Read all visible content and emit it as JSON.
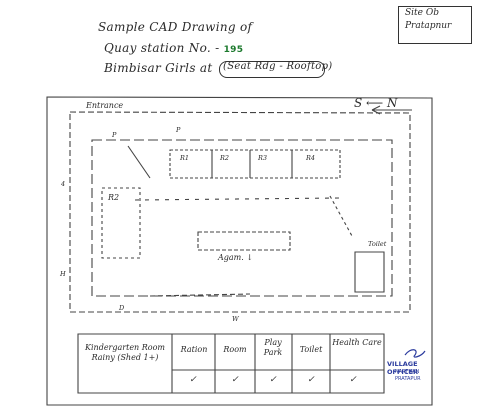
{
  "header": {
    "line1": "Sample CAD Drawing of",
    "line2_prefix": "Quay station No. -",
    "line2_number": "195",
    "line3_prefix": "Bimbisar Girls at",
    "line3_boxed": "(Seat Rdg - Rooftop)",
    "corner_note_line1": "Site Ob",
    "corner_note_line2": "Pratapnur"
  },
  "plan": {
    "compass": "S ⟵ N",
    "entrance_label": "Entrance",
    "rooms": [
      "R1",
      "R2",
      "R3",
      "R4"
    ],
    "room_left": "R2",
    "corridor": "Agam. ↓",
    "room_right": "Toilet",
    "left_label_1": "4",
    "left_label_2": "H",
    "marker_p1": "P",
    "marker_p2": "P",
    "marker_d": "D",
    "marker_w": "W"
  },
  "table": {
    "col1": "Kindergarten Room Rainy (Shed 1+)",
    "col2": "Ration",
    "col3": "Room",
    "col4": "Play Park",
    "col5": "Toilet",
    "col6": "Health Care",
    "ticks": [
      "✓",
      "✓",
      "✓",
      "✓",
      "✓"
    ]
  },
  "stamp": {
    "line1": "VILLAGE OFFICER",
    "line2": "NARTHAN",
    "line3": "PRATAPUR"
  }
}
